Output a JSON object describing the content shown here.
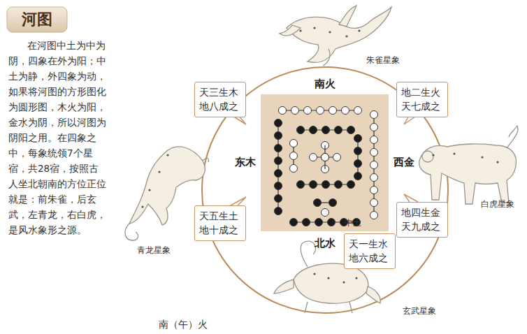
{
  "diagram": {
    "title": "河图",
    "nodes": [
      {
        "text": [
          "中土"
        ]
      },
      {
        "text": [
          "天三生木 地八成之"
        ]
      },
      {
        "text": [
          "地二生火 天七成之"
        ]
      },
      {
        "text": [
          "天五生土 地十成之"
        ]
      },
      {
        "text": [
          "地四生金 天九成之"
        ]
      },
      {
        "text": [
          "天一生水 地六成之"
        ]
      }
    ],
    "labels": [
      "在河图中土为中为阴，四象在外为阳；中土为静，外四象为动，如果将河图的方形图化为圆形图，木火为阳，金水为阴，所以河图为阴阳之用。在四象之中，每象统领7个星宿，共28宿，按照古人坐北朝南的方位正位就是：前朱雀，后玄武，左青龙，右白虎，是风水象形之源。",
      "南火",
      "北水",
      "东木",
      "西金",
      "朱雀星象",
      "白虎星象",
      "青龙星象",
      "玄武星象",
      "南（午）火"
    ]
  }
}
